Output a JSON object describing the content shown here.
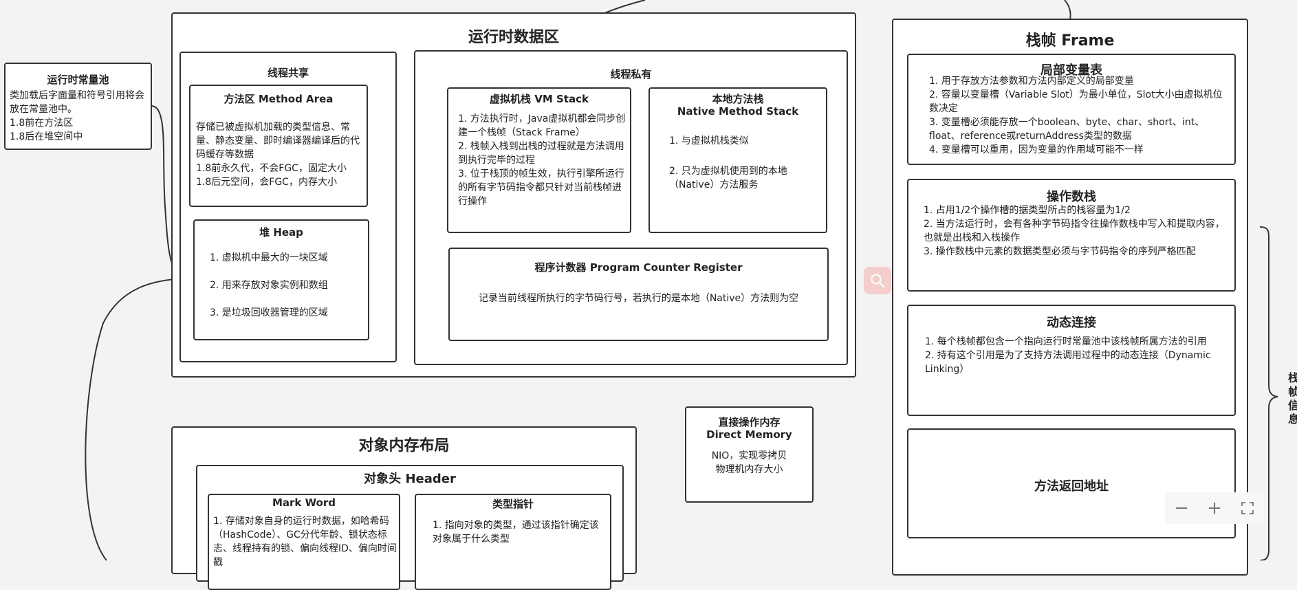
{
  "runtime_area": {
    "title": "运行时数据区",
    "shared": {
      "title": "线程共享",
      "method_area": {
        "title": "方法区 Method Area",
        "body": "存储已被虚拟机加载的类型信息、常量、静态变量、即时编译器编译后的代码缓存等数据\n1.8前永久代，不会FGC，固定大小\n1.8后元空间，会FGC，内存大小"
      },
      "heap": {
        "title": "堆 Heap",
        "items": [
          "1. 虚拟机中最大的一块区域",
          "2. 用来存放对象实例和数组",
          "3. 是垃圾回收器管理的区域"
        ]
      }
    },
    "private": {
      "title": "线程私有",
      "vm_stack": {
        "title": "虚拟机栈 VM Stack",
        "body": "1. 方法执行时，Java虚拟机都会同步创建一个栈帧（Stack Frame）\n2. 栈帧入栈到出栈的过程就是方法调用到执行完毕的过程\n3. 位于栈顶的帧生效，执行引擎所运行的所有字节码指令都只针对当前栈帧进行操作"
      },
      "native_stack": {
        "title_line1": "本地方法栈",
        "title_line2": "Native Method Stack",
        "item1": "1. 与虚拟机栈类似",
        "item2": "2. 只为虚拟机使用到的本地（Native）方法服务"
      },
      "pc_register": {
        "title": "程序计数器 Program Counter Register",
        "body": "记录当前线程所执行的字节码行号，若执行的是本地（Native）方法则为空"
      }
    }
  },
  "constant_pool": {
    "title": "运行时常量池",
    "body": "类加载后字面量和符号引用将会放在常量池中。\n1.8前在方法区\n1.8后在堆空间中"
  },
  "direct_memory": {
    "title_line1": "直接操作内存",
    "title_line2": "Direct Memory",
    "body": "NIO，实现零拷贝\n物理机内存大小"
  },
  "object_layout": {
    "title": "对象内存布局",
    "header": {
      "title": "对象头 Header",
      "mark_word": {
        "title": "Mark Word",
        "body": "1. 存储对象自身的运行时数据，如哈希码（HashCode）、GC分代年龄、锁状态标志、线程持有的锁、偏向线程ID、偏向时间戳"
      },
      "klass_pointer": {
        "title": "类型指针",
        "body": "1. 指向对象的类型，通过该指针确定该对象属于什么类型"
      }
    }
  },
  "stack_frame": {
    "title": "栈帧 Frame",
    "local_vars": {
      "title": "局部变量表",
      "body": "1. 用于存放方法参数和方法内部定义的局部变量\n2. 容量以变量槽（Variable Slot）为最小单位，Slot大小由虚拟机位数决定\n3. 变量槽必须能存放一个boolean、byte、char、short、int、float、reference或returnAddress类型的数据\n4. 变量槽可以重用，因为变量的作用域可能不一样"
    },
    "operand_stack": {
      "title": "操作数栈",
      "body": "1. 占用1/2个操作槽的据类型所占的栈容量为1/2\n2. 当方法运行时，会有各种字节码指令往操作数栈中写入和提取内容，也就是出栈和入栈操作\n3. 操作数栈中元素的数据类型必须与字节码指令的序列严格匹配"
    },
    "dynamic_linking": {
      "title": "动态连接",
      "body": "1. 每个栈帧都包含一个指向运行时常量池中该栈帧所属方法的引用\n2. 持有这个引用是为了支持方法调用过程中的动态连接（Dynamic Linking）"
    },
    "return_address": {
      "title": "方法返回地址"
    }
  },
  "side_label": "栈帧信息",
  "toolbar": {
    "zoom_out": "−",
    "zoom_in": "+",
    "fullscreen": "⛶"
  },
  "colors": {
    "border": "#333333",
    "background": "#f3f3f3",
    "search_fab": "#f5c7c7"
  }
}
